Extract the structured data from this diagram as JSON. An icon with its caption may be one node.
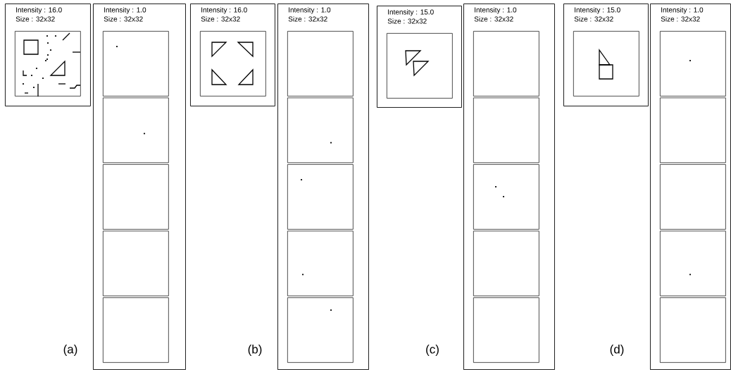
{
  "diagram": {
    "nodes": [
      {
        "text": [
          "Intensity : 16.0",
          "Size : 32x32"
        ]
      },
      {
        "text": [],
        "shape": "box",
        "in": 0
      },
      {
        "text": [
          "Intensity : 1.0",
          "Size : 32x32"
        ]
      },
      {
        "text": [],
        "shape": "box",
        "in": 2
      },
      {
        "text": [],
        "shape": "box",
        "in": 2
      },
      {
        "text": [],
        "shape": "box",
        "in": 2
      },
      {
        "text": [],
        "shape": "box",
        "in": 2
      },
      {
        "text": [],
        "shape": "box",
        "in": 2
      },
      {
        "text": [
          "Intensity : 16.0",
          "Size : 32x32"
        ]
      },
      {
        "text": [],
        "shape": "box",
        "in": 8
      },
      {
        "text": [
          "Intensity : 1.0",
          "Size : 32x32"
        ]
      },
      {
        "text": [],
        "shape": "box",
        "in": 10
      },
      {
        "text": [],
        "shape": "box",
        "in": 10
      },
      {
        "text": [],
        "shape": "box",
        "in": 10
      },
      {
        "text": [],
        "shape": "box",
        "in": 10
      },
      {
        "text": [],
        "shape": "box",
        "in": 10
      },
      {
        "text": [
          "Intensity : 15.0",
          "Size : 32x32"
        ]
      },
      {
        "text": [],
        "shape": "box",
        "in": 16
      },
      {
        "text": [
          "Intensity : 1.0",
          "Size : 32x32"
        ]
      },
      {
        "text": [],
        "shape": "box",
        "in": 18
      },
      {
        "text": [],
        "shape": "box",
        "in": 18
      },
      {
        "text": [],
        "shape": "box",
        "in": 18
      },
      {
        "text": [],
        "shape": "box",
        "in": 18
      },
      {
        "text": [],
        "shape": "box",
        "in": 18
      },
      {
        "text": [
          "Intensity : 15.0",
          "Size : 32x32"
        ]
      },
      {
        "text": [],
        "shape": "box",
        "in": 24
      },
      {
        "text": [
          "Intensity : 1.0",
          "Size : 32x32"
        ]
      },
      {
        "text": [],
        "shape": "box",
        "in": 26
      },
      {
        "text": [],
        "shape": "box",
        "in": 26
      },
      {
        "text": [],
        "shape": "box",
        "in": 26
      },
      {
        "text": [],
        "shape": "box",
        "in": 26
      },
      {
        "text": [],
        "shape": "box",
        "in": 26
      }
    ],
    "labels": [
      "(a)",
      "(b)",
      "(c)",
      "(d)"
    ]
  }
}
